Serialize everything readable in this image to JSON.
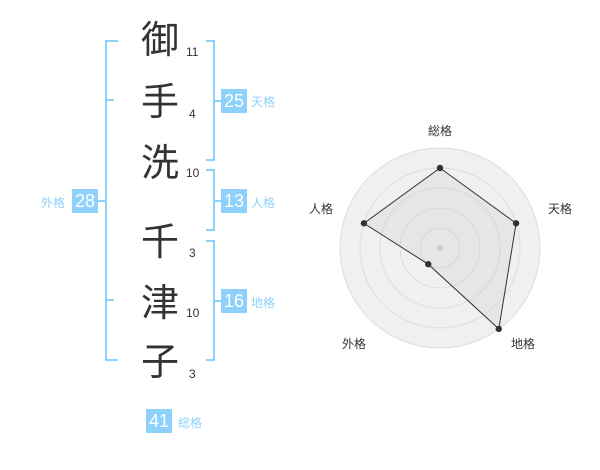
{
  "name": {
    "characters": [
      {
        "char": "御",
        "strokes": "11"
      },
      {
        "char": "手",
        "strokes": "4"
      },
      {
        "char": "洗",
        "strokes": "10"
      },
      {
        "char": "千",
        "strokes": "3"
      },
      {
        "char": "津",
        "strokes": "10"
      },
      {
        "char": "子",
        "strokes": "3"
      }
    ]
  },
  "fortunes": {
    "tenkaku": {
      "value": "25",
      "label": "天格"
    },
    "jinkaku": {
      "value": "13",
      "label": "人格"
    },
    "chikaku": {
      "value": "16",
      "label": "地格"
    },
    "gaikaku": {
      "value": "28",
      "label": "外格"
    },
    "soukaku": {
      "value": "41",
      "label": "総格"
    }
  },
  "colors": {
    "accent": "#8ed1fb",
    "text": "#333333",
    "radar_fill": "#f0f0f0",
    "radar_ring": "#dddddd"
  },
  "chart_data": {
    "type": "radar",
    "axes": [
      "総格",
      "天格",
      "地格",
      "外格",
      "人格"
    ],
    "values": [
      4,
      4,
      5,
      1,
      4
    ],
    "max": 5
  }
}
